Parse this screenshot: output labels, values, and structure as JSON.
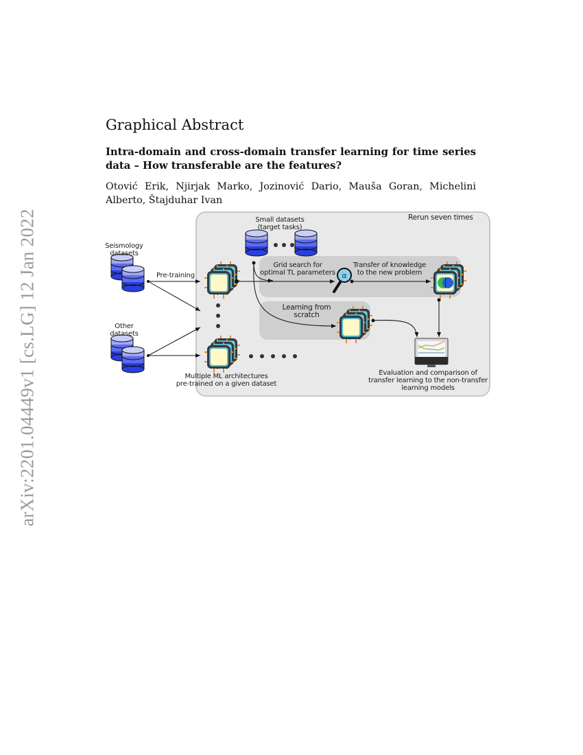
{
  "side_stamp": "arXiv:2201.04449v1  [cs.LG]  12 Jan 2022",
  "section_heading": "Graphical Abstract",
  "paper_title": "Intra-domain and cross-domain transfer learning for time series data – How transferable are the features?",
  "authors": "Otović Erik, Njirjak Marko, Jozinović Dario, Mauša Goran, Michelini Alberto, Štajduhar Ivan",
  "figure": {
    "panel_label": "Rerun seven times",
    "sources": [
      {
        "label_line1": "Seismology",
        "label_line2": "datasets"
      },
      {
        "label_line1": "Other",
        "label_line2": "datasets"
      }
    ],
    "pretraining_label": "Pre-training",
    "small_datasets_line1": "Small datasets",
    "small_datasets_line2": "(target tasks)",
    "grid_search_line1": "Grid search for",
    "grid_search_line2": "optimal TL parameters",
    "alpha_symbol": "α",
    "transfer_line1": "Transfer of knowledge",
    "transfer_line2": "to the new problem",
    "scratch_line1": "Learning from",
    "scratch_line2": "scratch",
    "architectures_line1": "Multiple ML architectures",
    "architectures_line2": "pre-trained on a given dataset",
    "evaluation_line1": "Evaluation and comparison of",
    "evaluation_line2": "transfer learning to the non-transfer",
    "evaluation_line3": "learning models",
    "colors": {
      "panel_bg": "#e9e9e9",
      "panel_border": "#c8c8c8",
      "inner_box": "#cfcfcf",
      "db_light": "#9fa8f0",
      "db_dark": "#2a3fe0",
      "chip_body": "#2e3a45",
      "chip_face": "#fff9c8",
      "chip_pins": "#e88a2a",
      "magnifier": "#8fd0e8"
    }
  }
}
